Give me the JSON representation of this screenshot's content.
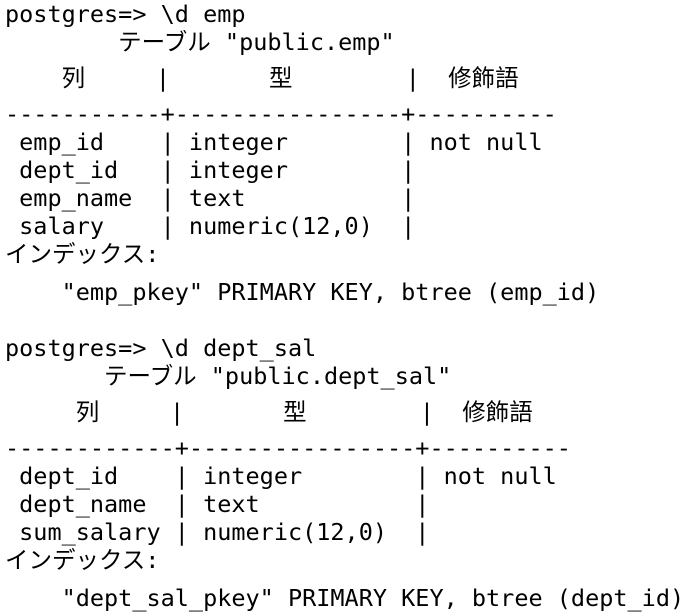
{
  "terminal": {
    "lines": [
      "postgres=> \\d emp",
      "        テーブル \"public.emp\"",
      "    列     |       型        |  修飾語",
      "-----------+----------------+----------",
      " emp_id    | integer        | not null",
      " dept_id   | integer        |",
      " emp_name  | text           |",
      " salary    | numeric(12,0)  |",
      "インデックス:",
      "    \"emp_pkey\" PRIMARY KEY, btree (emp_id)",
      "",
      "postgres=> \\d dept_sal",
      "       テーブル \"public.dept_sal\"",
      "     列     |       型        |  修飾語",
      "------------+----------------+----------",
      " dept_id    | integer        | not null",
      " dept_name  | text           |",
      " sum_salary | numeric(12,0)  |",
      "インデックス:",
      "    \"dept_sal_pkey\" PRIMARY KEY, btree (dept_id)"
    ]
  }
}
